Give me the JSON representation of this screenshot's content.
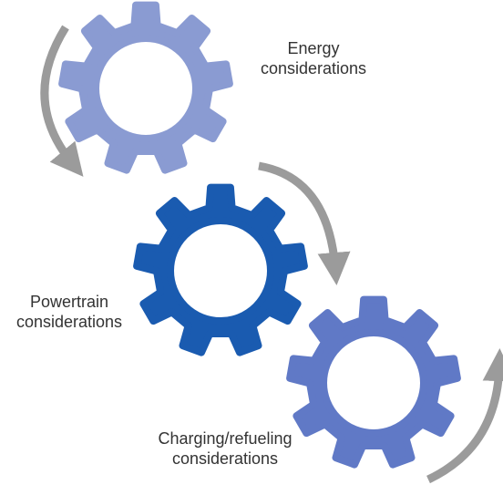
{
  "labels": {
    "energy": {
      "line1": "Energy",
      "line2": "considerations"
    },
    "powertrain": {
      "line1": "Powertrain",
      "line2": "considerations"
    },
    "charging": {
      "line1": "Charging/refueling",
      "line2": "considerations"
    }
  },
  "colors": {
    "gear_energy": "#8a9bd2",
    "gear_powertrain": "#1a5bb0",
    "gear_charging": "#6079c6",
    "arrow": "#9b9b9b",
    "text": "#333333"
  },
  "icons": [
    "gear-icon",
    "curved-arrow-icon"
  ]
}
